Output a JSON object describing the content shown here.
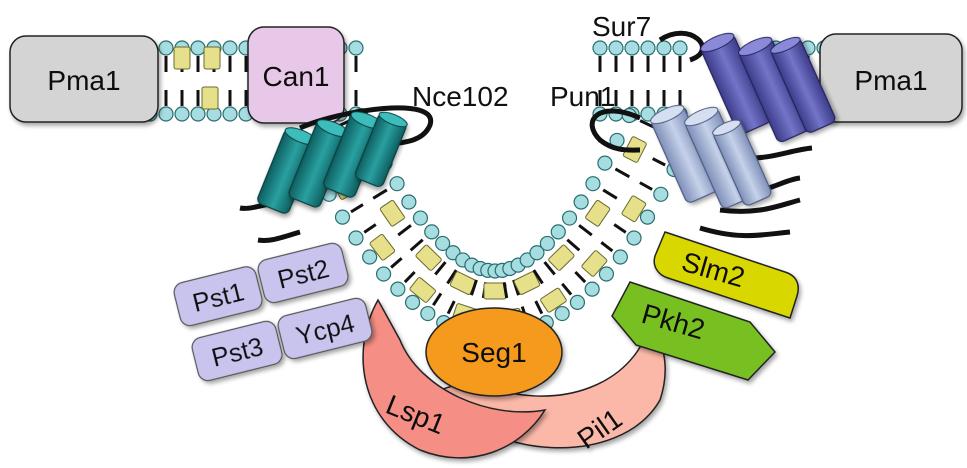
{
  "labels": {
    "pma1_left": "Pma1",
    "pma1_right": "Pma1",
    "can1": "Can1",
    "sur7": "Sur7",
    "nce102": "Nce102",
    "pun1": "Pun1",
    "slm2": "Slm2",
    "pkh2": "Pkh2",
    "pst1": "Pst1",
    "pst2": "Pst2",
    "pst3": "Pst3",
    "ycp4": "Ycp4",
    "seg1": "Seg1",
    "lsp1": "Lsp1",
    "pil1": "Pil1"
  },
  "colors": {
    "pma1": "#d4d4d4",
    "can1": "#e8c8e8",
    "nce102": "#1f8a8a",
    "sur7": "#5c5cb0",
    "pun1": "#a9b8d8",
    "slm2": "#d8d800",
    "pkh2": "#78c020",
    "pst": "#c8c4ee",
    "seg1": "#f59a1c",
    "lsp1": "#f58e84",
    "pil1": "#fbb8a8",
    "lipid_head": "#a6dde0",
    "lipid_block": "#e6e08a"
  }
}
